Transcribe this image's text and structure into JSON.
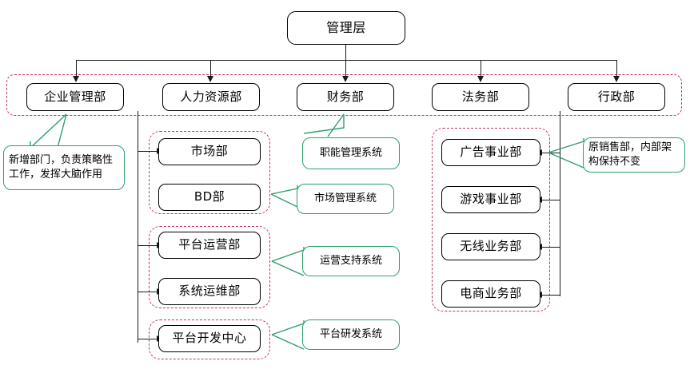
{
  "diagram": {
    "title_box": {
      "label": "管理层"
    },
    "level2": [
      {
        "label": "企业管理部"
      },
      {
        "label": "人力资源部"
      },
      {
        "label": "财务部"
      },
      {
        "label": "法务部"
      },
      {
        "label": "行政部"
      }
    ],
    "group_market": {
      "items": [
        {
          "label": "市场部"
        },
        {
          "label": "BD部"
        }
      ]
    },
    "group_operations": {
      "items": [
        {
          "label": "平台运营部"
        },
        {
          "label": "系统运维部"
        }
      ]
    },
    "group_development": {
      "items": [
        {
          "label": "平台开发中心"
        }
      ]
    },
    "group_business": {
      "items": [
        {
          "label": "广告事业部"
        },
        {
          "label": "游戏事业部"
        },
        {
          "label": "无线业务部"
        },
        {
          "label": "电商业务部"
        }
      ]
    },
    "notes": [
      {
        "id": "note-new-dept",
        "text": "新增部门，负责策略性工作，发挥大脑作用"
      },
      {
        "id": "note-function-system",
        "text": "职能管理系统"
      },
      {
        "id": "note-market-system",
        "text": "市场管理系统"
      },
      {
        "id": "note-operation-system",
        "text": "运营支持系统"
      },
      {
        "id": "note-platform-rd-system",
        "text": "平台研发系统"
      },
      {
        "id": "note-sales-unchanged",
        "text": "原销售部，内部架构保持不变"
      }
    ],
    "colors": {
      "node_border": "#000000",
      "note_border": "#2e9e6b",
      "group_border": "#c8335c",
      "connector": "#1a1a1a",
      "background": "#ffffff"
    }
  }
}
